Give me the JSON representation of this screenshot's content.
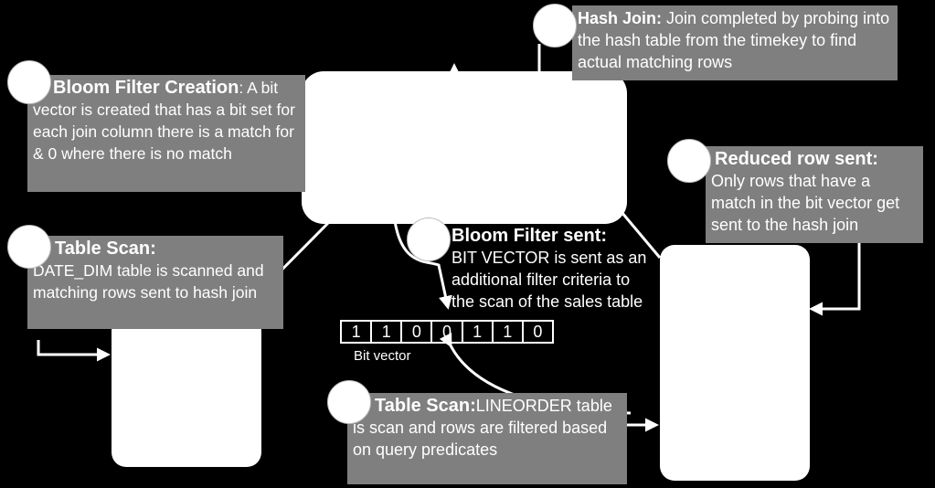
{
  "callouts": {
    "hash_join": {
      "title": "Hash Join:",
      "text": " Join completed by probing into the hash table from the timekey to find actual matching rows"
    },
    "bloom_creation": {
      "title": "Bloom Filter Creation",
      "text": ": A bit vector is created that has a bit set for each  join column there is a match for & 0 where there is no match"
    },
    "reduced_row": {
      "title": "Reduced row sent:",
      "text": "Only rows that have a match in the bit vector get sent to the hash join"
    },
    "table_scan_date": {
      "title": "Table Scan:",
      "text": "DATE_DIM table is scanned and matching rows sent to hash join"
    },
    "bloom_sent": {
      "title": "Bloom Filter sent:",
      "text": "BIT VECTOR is sent as an additional filter criteria to the scan of the sales table"
    },
    "table_scan_lineorder": {
      "title": "Table Scan:",
      "text": "LINEORDER table is  scan and rows are filtered based on query predicates"
    }
  },
  "bit_vector": {
    "bits": [
      "1",
      "1",
      "0",
      "0",
      "1",
      "1",
      "0"
    ],
    "caption": "Bit vector"
  }
}
